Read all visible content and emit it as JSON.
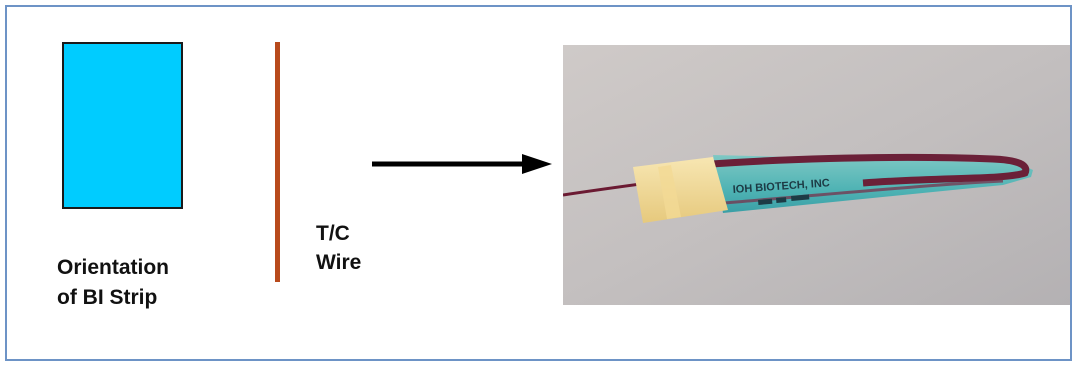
{
  "labels": {
    "orientation_line1": "Orientation",
    "orientation_line2": "of BI Strip",
    "wire_line1": "T/C",
    "wire_line2": "Wire"
  },
  "photo": {
    "strip_text": "IOH BIOTECH, INC"
  },
  "colors": {
    "border": "#6d93c6",
    "bi_strip_fill": "#00ccff",
    "wire": "#b84a1c"
  },
  "icons": {
    "arrow": "right-arrow-icon"
  }
}
